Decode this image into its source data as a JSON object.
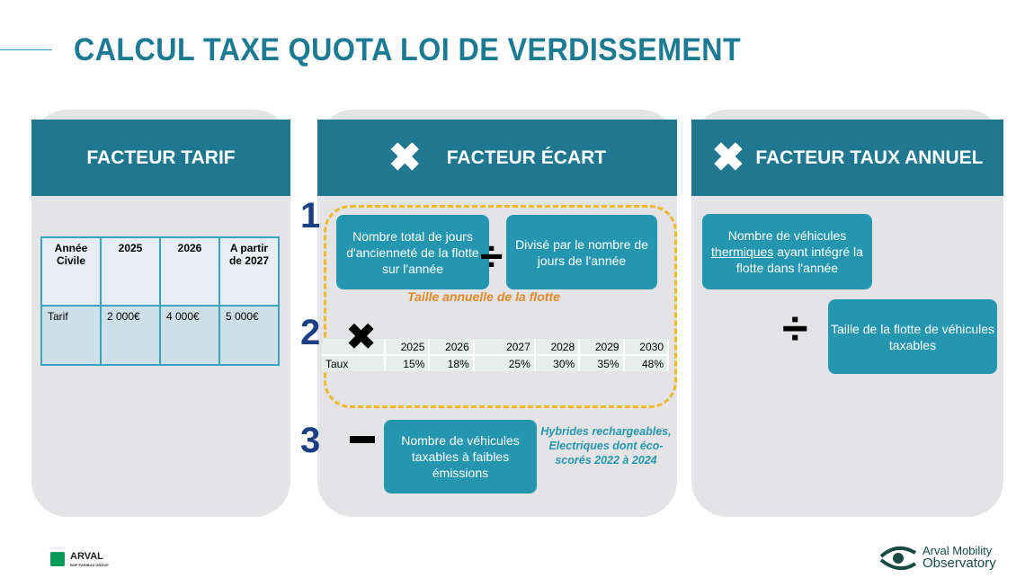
{
  "title": "CALCUL TAXE QUOTA LOI DE VERDISSEMENT",
  "panels": {
    "tarif": "FACTEUR TARIF",
    "ecart": "FACTEUR ÉCART",
    "taux": "FACTEUR TAUX ANNUEL"
  },
  "tarif_table": {
    "headers": [
      "Année Civile",
      "2025",
      "2026",
      "A partir de 2027"
    ],
    "row": [
      "Tarif",
      "2 000€",
      "4 000€",
      "5 000€"
    ]
  },
  "ecart": {
    "step1": "1",
    "step2": "2",
    "step3": "3",
    "box1": "Nombre total de jours d'ancienneté de la flotte sur l'année",
    "box2": "Divisé par le nombre de jours de l'année",
    "caption": "Taille annuelle de la flotte",
    "taux_years": [
      "2025",
      "2026",
      "2027",
      "2028",
      "2029",
      "2030"
    ],
    "taux_label": "Taux",
    "taux_values": [
      "15%",
      "18%",
      "25%",
      "30%",
      "35%",
      "48%"
    ],
    "box3": "Nombre de véhicules taxables à faibles émissions",
    "note": "Hybrides rechargeables, Electriques dont éco-scorés 2022 à 2024"
  },
  "taux": {
    "box1_pre": "Nombre de véhicules ",
    "box1_u": "thermiques",
    "box1_post": " ayant intégré la flotte dans l'année",
    "box2": "Taille de la flotte de véhicules taxables"
  },
  "symbols": {
    "times": "✖",
    "divide": "÷",
    "minus": "−"
  },
  "footer": {
    "arval": "ARVAL",
    "arval_sub": "BNP PARIBAS GROUP",
    "observatory1": "Arval Mobility",
    "observatory2": "Observatory"
  }
}
